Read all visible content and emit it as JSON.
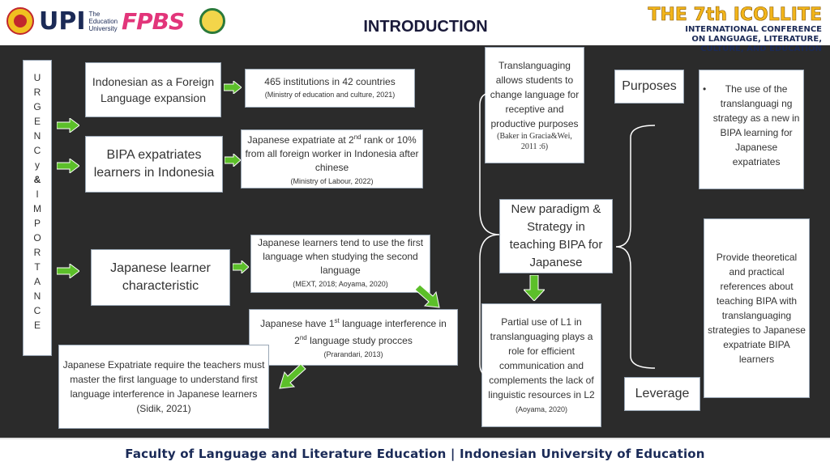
{
  "header": {
    "title": "INTRODUCTION",
    "upi_logo": "UPI",
    "upi_sub_line1": "The",
    "upi_sub_line2": "Education",
    "upi_sub_line3": "University",
    "fpbs_logo": "FPBS",
    "conference_line1": "THE 7th ICOLLITE",
    "conference_line2": "INTERNATIONAL CONFERENCE",
    "conference_line3": "ON LANGUAGE, LITERATURE,",
    "conference_line4": "CULTURE, AND EDUCATION"
  },
  "footer": {
    "text": "Faculty of Language and Literature Education | Indonesian University of Education"
  },
  "urgency": {
    "letters": [
      "U",
      "R",
      "G",
      "E",
      "N",
      "C",
      "y",
      "&",
      "I",
      "M",
      "P",
      "O",
      "R",
      "T",
      "A",
      "N",
      "C",
      "E"
    ]
  },
  "boxes": {
    "indonesian_foreign": "Indonesian as a Foreign Language expansion",
    "bipa_expatriates": "BIPA expatriates learners in Indonesia",
    "japanese_characteristic": "Japanese learner characteristic",
    "institutions_main": "465 institutions in 42 countries",
    "institutions_cite": "(Ministry of education and culture, 2021)",
    "expatriate_rank_a": "Japanese expatriate at 2",
    "expatriate_rank_sup": "nd",
    "expatriate_rank_b": " rank or 10% from all foreign worker in Indonesia after chinese",
    "expatriate_rank_cite": "(Ministry of Labour, 2022)",
    "first_language_main": "Japanese learners tend to use the first language when studying the second language",
    "first_language_cite": "(MEXT, 2018; Aoyama, 2020)",
    "interference_a": "Japanese have 1",
    "interference_sup1": "st",
    "interference_b": " language interference in 2",
    "interference_sup2": "nd",
    "interference_c": " language study procces",
    "interference_cite": "(Prarandari, 2013)",
    "teachers_master": "Japanese Expatriate  require the teachers must master the first language to understand first language interference in Japanese learners (Sidik, 2021)",
    "translanguaging_main": "Translanguaging allows students to change language for receptive and productive purposes",
    "translanguaging_cite": "(Baker in Gracia&Wei, 2011 :6)",
    "new_paradigm": "New paradigm & Strategy in teaching BIPA for Japanese",
    "partial_use_main": "Partial use of L1 in translanguaging plays a role for efficient communication and complements the lack of linguistic resources in L2",
    "partial_use_cite": "(Aoyama, 2020)",
    "purposes": "Purposes",
    "purpose_bullet": "The use of the translanguagi ng strategy as a new  in BIPA learning for Japanese expatriates",
    "provide": "Provide theoretical and practical references about teaching BIPA with translanguaging strategies to Japanese expatriate BIPA learners",
    "leverage": "Leverage"
  },
  "colors": {
    "background": "#2b2b2b",
    "arrow_green": "#5cbf2a",
    "box_border": "#9aa7b5"
  }
}
